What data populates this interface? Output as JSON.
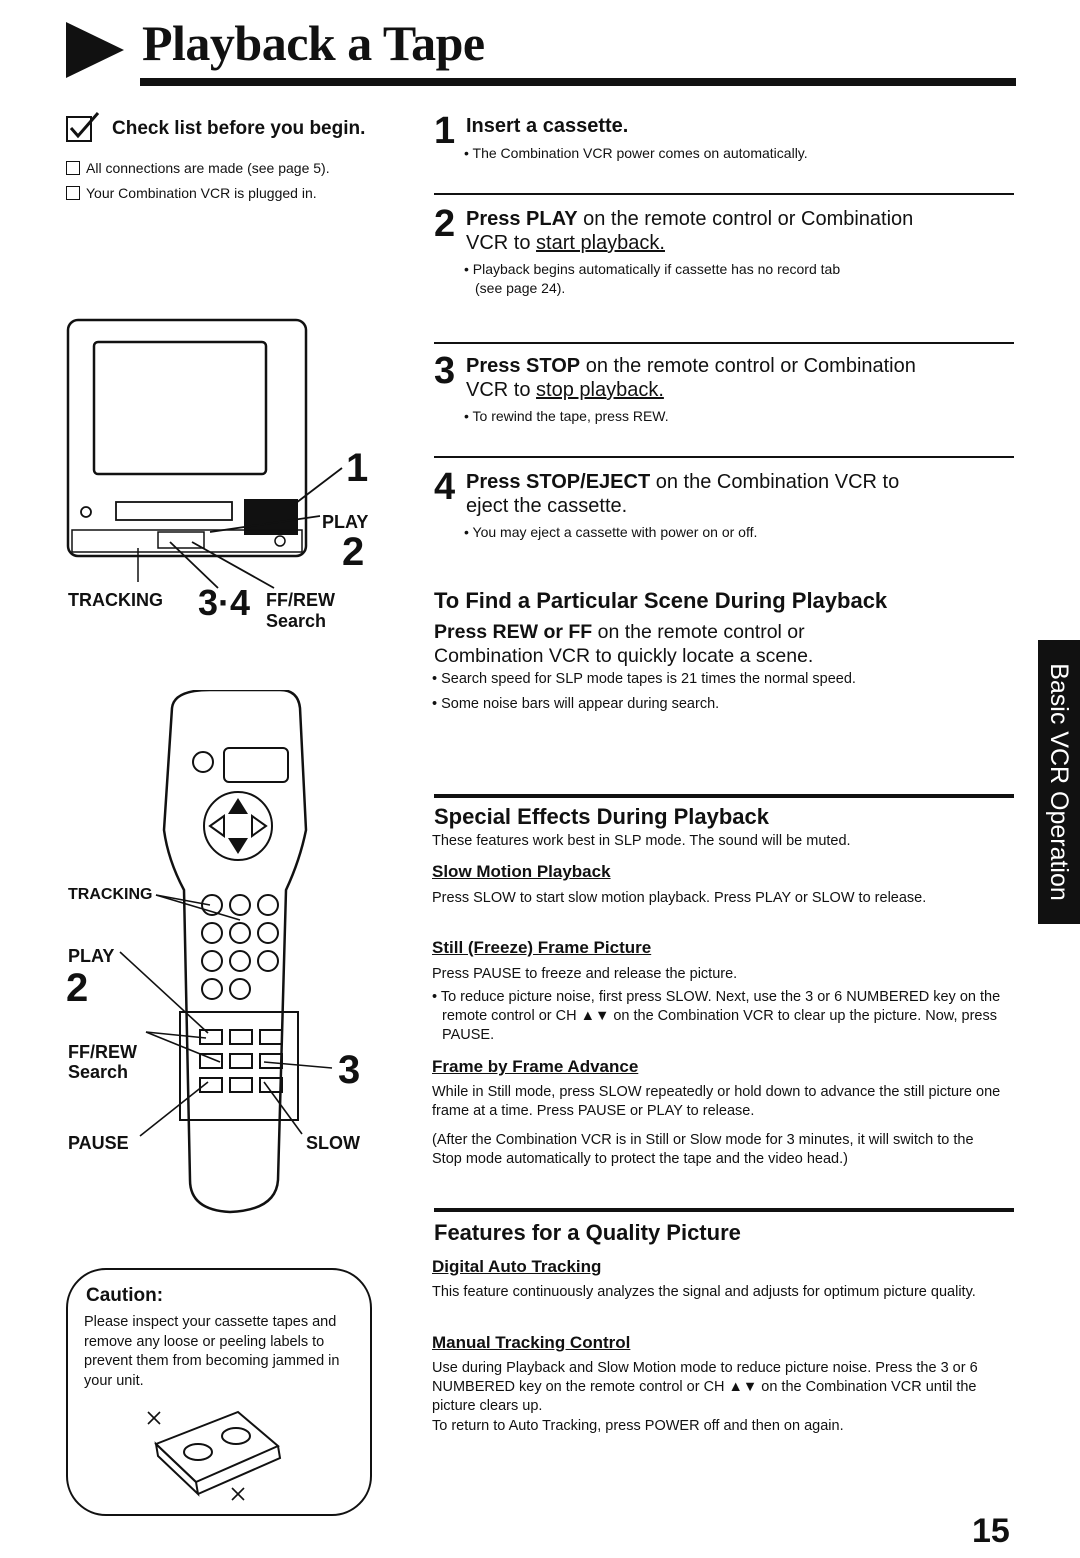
{
  "header": {
    "title": "Playback a Tape"
  },
  "checklist": {
    "heading": "Check list before you begin.",
    "items": [
      "All connections are made (see page 5).",
      "Your Combination VCR is plugged in."
    ]
  },
  "steps": [
    {
      "number": "1",
      "bold": "Insert a cassette.",
      "rest": "",
      "underline": "",
      "bullets": [
        "• The Combination VCR power comes on automatically."
      ]
    },
    {
      "number": "2",
      "bold": "Press PLAY",
      "rest": " on the remote control or Combination",
      "line2_prefix": "VCR to ",
      "underline": "start playback.",
      "bullets": [
        "• Playback begins automatically if cassette has no record tab",
        "(see page 24)."
      ]
    },
    {
      "number": "3",
      "bold": "Press STOP",
      "rest": " on the remote control or Combination",
      "line2_prefix": "VCR to ",
      "underline": "stop playback.",
      "bullets": [
        "• To rewind the tape, press REW."
      ]
    },
    {
      "number": "4",
      "bold": "Press STOP/EJECT",
      "rest": " on the Combination VCR to",
      "line2_prefix": "eject the cassette.",
      "underline": "",
      "bullets": [
        "• You may eject a cassette with power on or off."
      ]
    }
  ],
  "find_scene": {
    "heading": "To Find a Particular Scene During Playback",
    "line1_bold": "Press REW or FF",
    "line1_rest": " on the remote control or",
    "line2": "Combination VCR to quickly locate a scene.",
    "bullets": [
      "• Search speed for SLP mode tapes is 21 times the normal speed.",
      "• Some noise bars will appear during search."
    ]
  },
  "special_effects": {
    "heading": "Special Effects During Playback",
    "intro": "These features work best in SLP mode. The sound will be muted.",
    "slow_title": "Slow Motion Playback",
    "slow_text": "Press SLOW to start slow motion playback. Press PLAY or SLOW to release.",
    "still_title": "Still (Freeze) Frame Picture",
    "still_text": "Press PAUSE to freeze and release the picture.",
    "still_bullet": "• To reduce picture noise, first press SLOW. Next, use the 3 or 6 NUMBERED key on the remote control or CH ▲▼ on the Combination VCR to clear up the picture. Now, press PAUSE.",
    "frame_title": "Frame by Frame Advance",
    "frame_text": "While in Still mode, press SLOW repeatedly or hold down to advance the still picture one frame at a time. Press PAUSE or PLAY to release.",
    "note": "(After the Combination VCR is in Still or Slow mode for 3 minutes, it will switch to the Stop mode automatically to protect the tape and the video head.)"
  },
  "quality": {
    "heading": "Features for a Quality Picture",
    "dat_title": "Digital Auto Tracking",
    "dat_text": "This feature continuously analyzes the signal and adjusts for optimum picture quality.",
    "mtc_title": "Manual Tracking Control",
    "mtc_text1": "Use during Playback and Slow Motion mode to reduce picture noise. Press the 3 or 6 NUMBERED key on the remote control or CH ▲▼ on the Combination VCR until the picture clears up.",
    "mtc_text2": "To return to Auto Tracking, press POWER off and then on again."
  },
  "side_tab": "Basic VCR Operation",
  "tv_labels": {
    "n1": "1",
    "play": "PLAY",
    "n2": "2",
    "tracking": "TRACKING",
    "n34": "3·4",
    "ffrew": "FF/REW",
    "search": "Search"
  },
  "remote_labels": {
    "tracking": "TRACKING",
    "play": "PLAY",
    "n2": "2",
    "ffrew": "FF/REW",
    "search": "Search",
    "n3": "3",
    "pause": "PAUSE",
    "slow": "SLOW"
  },
  "caution": {
    "title": "Caution:",
    "text": "Please inspect your cassette tapes and remove any loose or peeling labels to prevent them from becoming jammed in your unit."
  },
  "page_number": "15"
}
